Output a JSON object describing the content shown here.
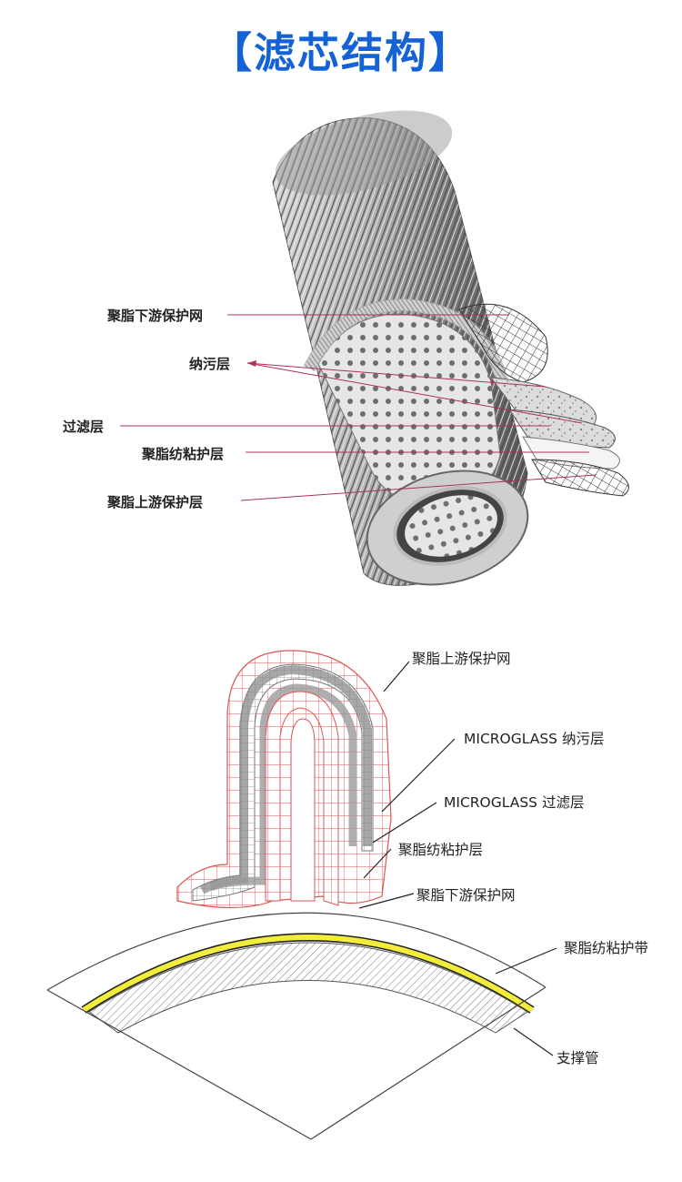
{
  "title": "【滤芯结构】",
  "top_labels": [
    "聚脂下游保护网",
    "纳污层",
    "过滤层",
    "聚脂纺粘护层",
    "聚脂上游保护层"
  ],
  "bottom_labels": [
    "聚脂上游保护网",
    "MICROGLASS 纳污层",
    "MICROGLASS 过滤层",
    "聚脂纺粘护层",
    "聚脂下游保护网",
    "聚脂纺粘护带",
    "支撑管"
  ],
  "colors": {
    "title": "#1462d6",
    "leader_line": "#b0305a",
    "tape": "#f2ec3a",
    "mesh_outline": "#e05050"
  }
}
